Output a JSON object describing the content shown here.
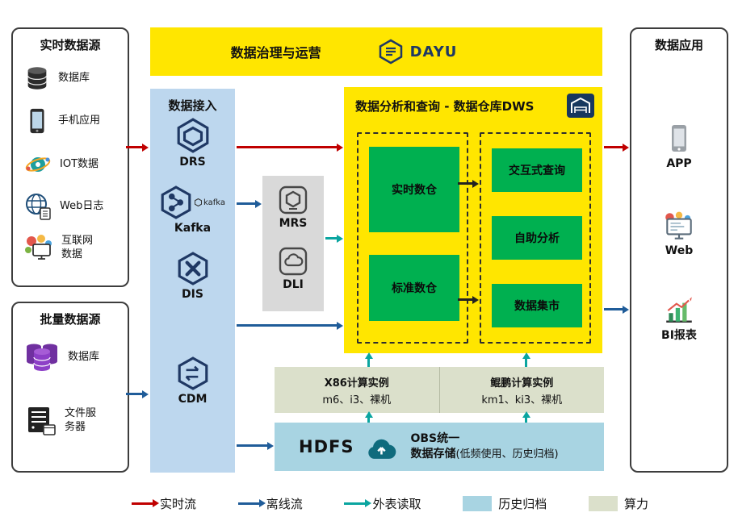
{
  "colors": {
    "panel-yellow": "#FFE600",
    "ingest-blue": "#BDD7EE",
    "gray-panel": "#D9D9D9",
    "dws-green": "#00B050",
    "compute-green": "#DBE0CB",
    "archive-blue": "#A8D4E2",
    "flow-red": "#C00000",
    "flow-blue": "#1F5C99",
    "flow-teal": "#0AA5A0"
  },
  "governance": {
    "title": "数据治理与运营",
    "brand": "DAYU"
  },
  "realtime_sources": {
    "title": "实时数据源",
    "items": [
      {
        "label": "数据库",
        "icon": "database-cylinder-icon"
      },
      {
        "label": "手机应用",
        "icon": "phone-icon"
      },
      {
        "label": "IOT数据",
        "icon": "iot-icon"
      },
      {
        "label": "Web日志",
        "icon": "globe-log-icon"
      },
      {
        "label": "互联网数据",
        "icon": "internet-data-icon"
      }
    ]
  },
  "batch_sources": {
    "title": "批量数据源",
    "items": [
      {
        "label": "数据库",
        "icon": "purple-database-icon"
      },
      {
        "label": "文件服务器",
        "icon": "file-server-icon"
      }
    ]
  },
  "ingestion": {
    "title": "数据接入",
    "services": [
      {
        "label": "DRS",
        "icon": "drs-hexagon-icon"
      },
      {
        "label": "Kafka",
        "icon": "kafka-hexagon-icon",
        "logo_text": "kafka"
      },
      {
        "label": "DIS",
        "icon": "dis-hexagon-icon"
      },
      {
        "label": "CDM",
        "icon": "cdm-hexagon-icon"
      }
    ]
  },
  "processing": {
    "services": [
      {
        "label": "MRS",
        "icon": "mrs-icon"
      },
      {
        "label": "DLI",
        "icon": "dli-cloud-icon"
      }
    ]
  },
  "dws": {
    "title": "数据分析和查询 - 数据仓库DWS",
    "warehouses": [
      {
        "label": "实时数仓"
      },
      {
        "label": "标准数仓"
      }
    ],
    "services": [
      {
        "label": "交互式查询"
      },
      {
        "label": "自助分析"
      },
      {
        "label": "数据集市"
      }
    ]
  },
  "compute": {
    "x86_title": "X86计算实例",
    "x86_specs": "m6、i3、裸机",
    "kunpeng_title": "鲲鹏计算实例",
    "kunpeng_specs": "km1、ki3、裸机"
  },
  "storage": {
    "hdfs_label": "HDFS",
    "obs_line1": "OBS统一",
    "obs_line2": "数据存储",
    "obs_note": "(低频使用、历史归档)"
  },
  "applications": {
    "title": "数据应用",
    "items": [
      {
        "label": "APP",
        "icon": "app-phone-icon"
      },
      {
        "label": "Web",
        "icon": "web-monitor-icon"
      },
      {
        "label": "BI报表",
        "icon": "bi-chart-icon"
      }
    ]
  },
  "legend": {
    "flows": [
      {
        "label": "实时流",
        "color": "#C00000"
      },
      {
        "label": "离线流",
        "color": "#1F5C99"
      },
      {
        "label": "外表读取",
        "color": "#0AA5A0"
      }
    ],
    "swatches": [
      {
        "label": "历史归档",
        "color": "#A8D4E2"
      },
      {
        "label": "算力",
        "color": "#DBE0CB"
      }
    ]
  }
}
